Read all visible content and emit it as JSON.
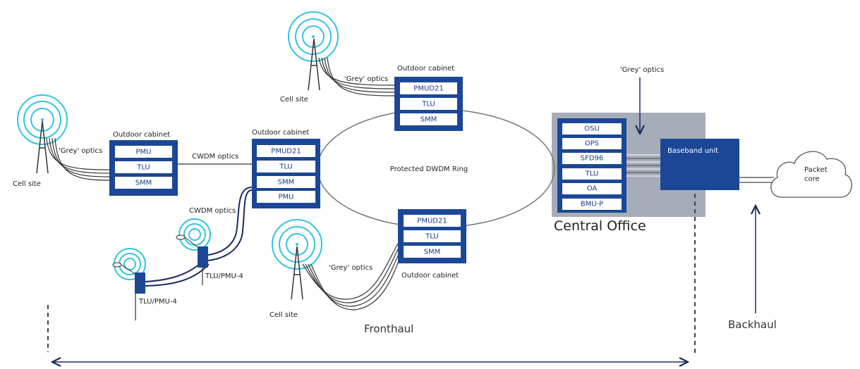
{
  "cell_site_label": "Cell site",
  "grey_optics_label": "'Grey' optics",
  "cwdm_optics_label": "CWDM optics",
  "outdoor_cabinet_label": "Outdoor cabinet",
  "ring_label": "Protected DWDM Ring",
  "cabinet_left": {
    "slots": [
      "PMU",
      "TLU",
      "SMM"
    ]
  },
  "cabinet_mid": {
    "slots": [
      "PMUD21",
      "TLU",
      "SMM",
      "PMU"
    ]
  },
  "cabinet_top": {
    "slots": [
      "PMUD21",
      "TLU",
      "SMM"
    ]
  },
  "cabinet_bottom": {
    "slots": [
      "PMUD21",
      "TLU",
      "SMM"
    ]
  },
  "tlu_pmu_label": "TLU/PMU-4",
  "central_office": {
    "label": "Central Office",
    "slots": [
      "OSU",
      "OPS",
      "SFD96",
      "TLU",
      "OA",
      "BMU-P"
    ],
    "baseband_label": "Baseband unit"
  },
  "packet_core_label": "Packet core",
  "fronthaul_label": "Fronthaul",
  "backhaul_label": "Backhaul",
  "colors": {
    "cabinet": "#1b4796",
    "antenna": "#33c5dc",
    "office_bg": "#a6adb8"
  }
}
